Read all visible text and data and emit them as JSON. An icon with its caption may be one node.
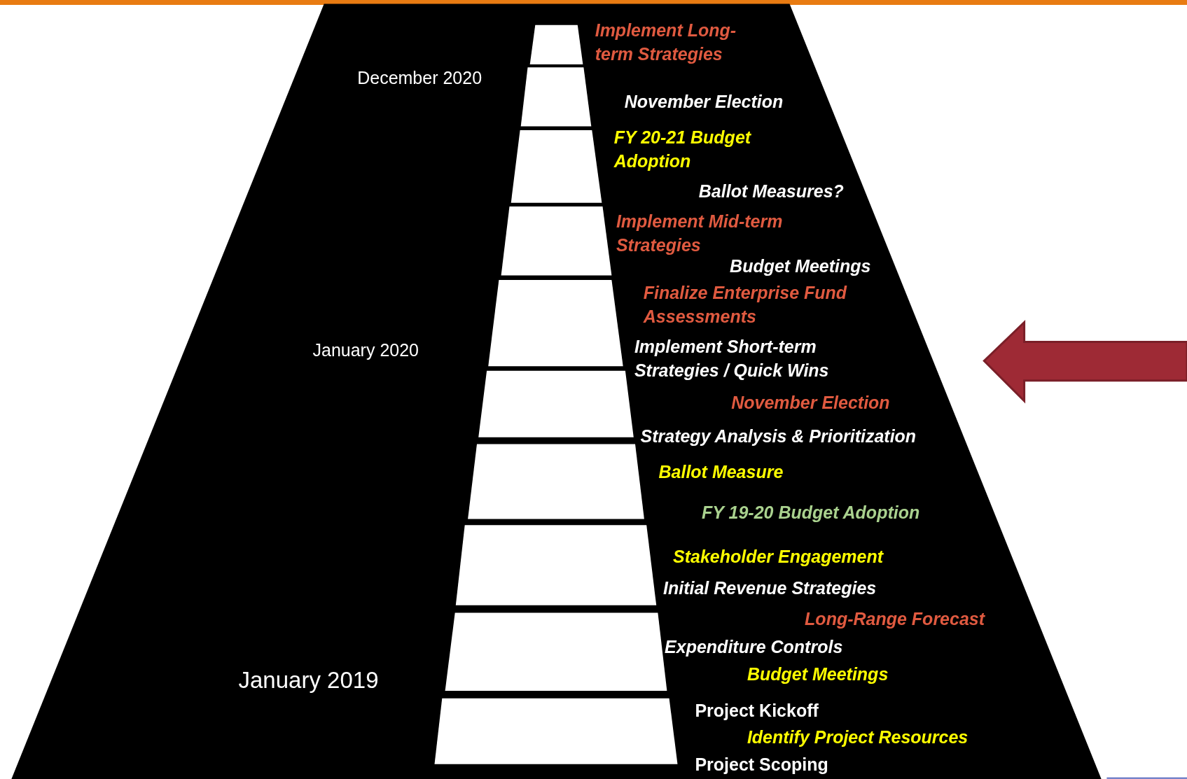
{
  "diagram": {
    "labels": [
      "December 2020",
      "January 2020",
      "January 2019",
      "Implement Long-term Strategies",
      "November Election",
      "FY 20-21 Budget Adoption",
      "Ballot Measures?",
      "Implement Mid-term Strategies",
      "Budget Meetings",
      "Finalize Enterprise Fund Assessments",
      "Implement Short-term Strategies / Quick Wins",
      "November Election",
      "Strategy Analysis & Prioritization",
      "Ballot Measure",
      "FY 19-20 Budget Adoption",
      "Stakeholder Engagement",
      "Initial Revenue Strategies",
      "Long-Range Forecast",
      "Expenditure Controls",
      "Budget Meetings",
      "Project Kickoff",
      "Identify Project Resources",
      "Project Scoping"
    ]
  }
}
